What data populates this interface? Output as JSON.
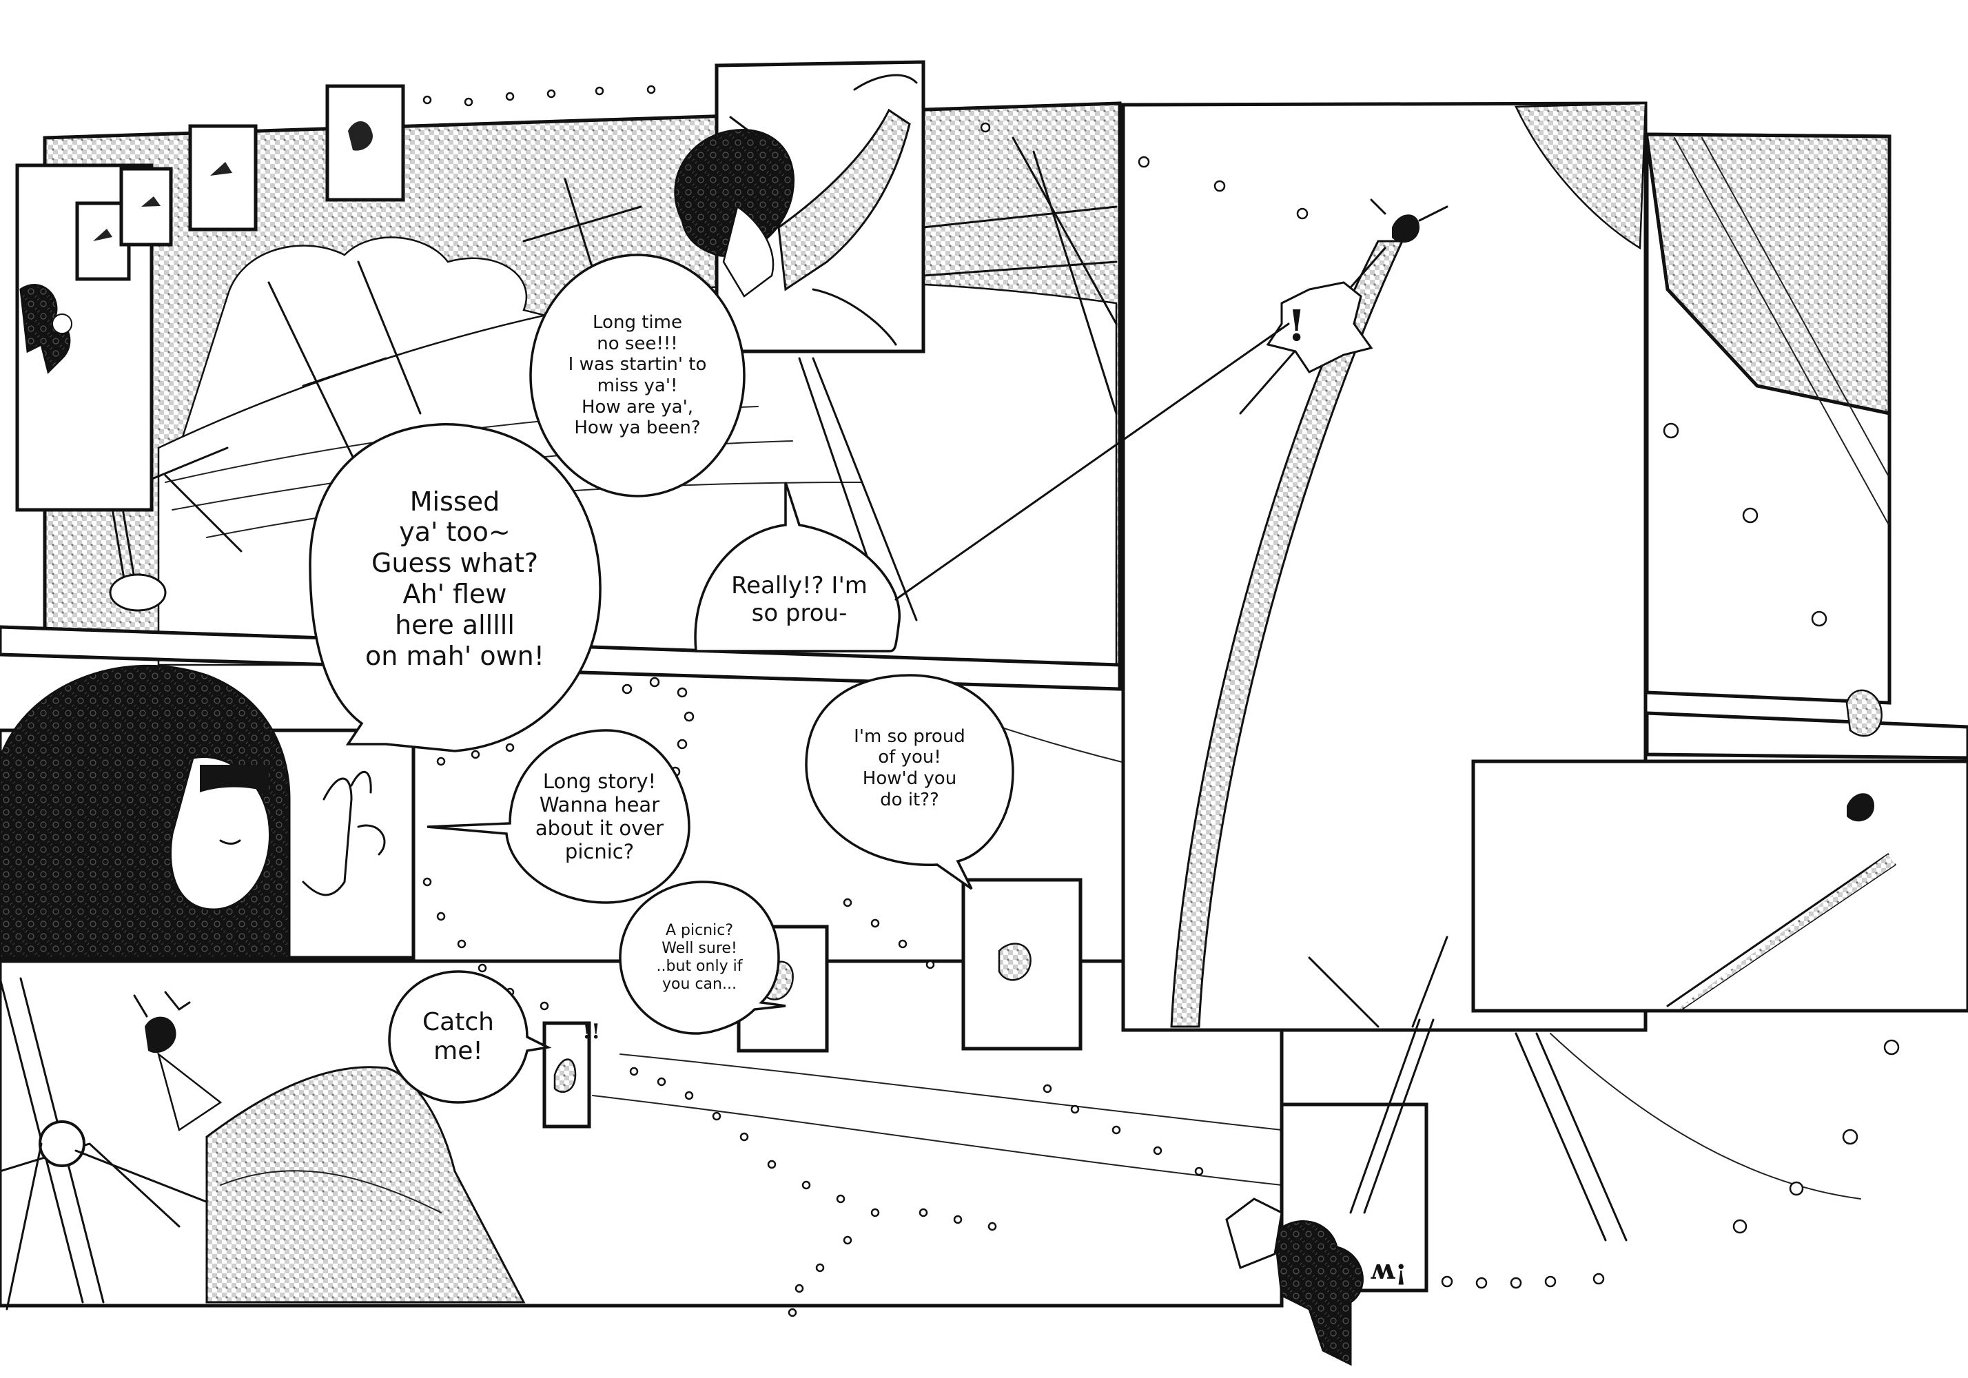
{
  "bubbles": {
    "long_time": [
      "Long time",
      "no see!!!",
      "I was startin' to",
      "miss ya'!",
      "How are ya',",
      "How ya been?"
    ],
    "missed": [
      "Missed",
      "ya' too~",
      "Guess what?",
      "Ah' flew",
      "here alllll",
      "on mah' own!"
    ],
    "really": [
      "Really!? I'm",
      "so prou-"
    ],
    "proud": [
      "I'm so proud",
      "of you!",
      "How'd you",
      "do it??"
    ],
    "long_story": [
      "Long story!",
      "Wanna hear",
      "about it over",
      "picnic?"
    ],
    "picnic": [
      "A picnic?",
      "Well sure!",
      "..but only if",
      "you can..."
    ],
    "catch": [
      "Catch",
      "me!"
    ]
  },
  "sfx": {
    "exclaim": "!",
    "double_exclaim": "!!",
    "sound_small": "!w"
  },
  "colors": {
    "ink": "#111111",
    "paper": "#ffffff",
    "tone": "#bdbdbd"
  }
}
